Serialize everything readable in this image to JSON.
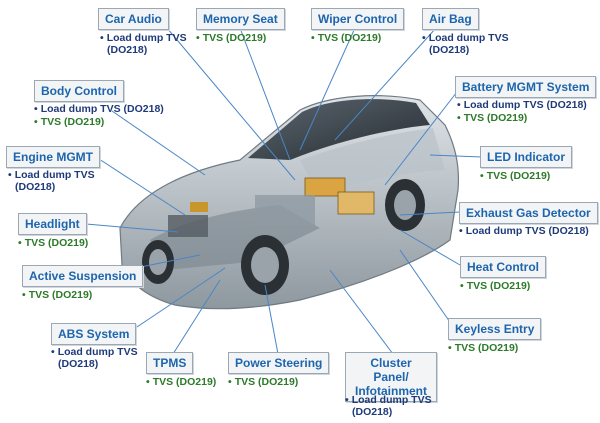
{
  "colors": {
    "label_text": "#1d65ad",
    "load_dump_text": "#1e3a78",
    "tvs_text": "#2d7a2a",
    "leader_line": "#4a86c5"
  },
  "labels": {
    "car_audio": {
      "title": "Car Audio",
      "notes": [
        {
          "text": "Load dump TVS",
          "kind": "blue"
        },
        {
          "text": "(DO218)",
          "kind": "blue"
        }
      ]
    },
    "memory_seat": {
      "title": "Memory Seat",
      "notes": [
        {
          "text": "TVS (DO219)",
          "kind": "green"
        }
      ]
    },
    "wiper_control": {
      "title": "Wiper Control",
      "notes": [
        {
          "text": "TVS (DO219)",
          "kind": "green"
        }
      ]
    },
    "air_bag": {
      "title": "Air Bag",
      "notes": [
        {
          "text": "Load dump TVS",
          "kind": "blue"
        },
        {
          "text": "(DO218)",
          "kind": "blue"
        }
      ]
    },
    "body_control": {
      "title": "Body Control",
      "notes": [
        {
          "text": "Load dump TVS (DO218)",
          "kind": "blue"
        },
        {
          "text": "TVS (DO219)",
          "kind": "green"
        }
      ]
    },
    "battery_mgmt": {
      "title": "Battery MGMT System",
      "notes": [
        {
          "text": "Load dump TVS (DO218)",
          "kind": "blue"
        },
        {
          "text": "TVS (DO219)",
          "kind": "green"
        }
      ]
    },
    "engine_mgmt": {
      "title": "Engine MGMT",
      "notes": [
        {
          "text": "Load dump TVS",
          "kind": "blue"
        },
        {
          "text": "(DO218)",
          "kind": "blue"
        }
      ]
    },
    "led_indicator": {
      "title": "LED Indicator",
      "notes": [
        {
          "text": "TVS (DO219)",
          "kind": "green"
        }
      ]
    },
    "headlight": {
      "title": "Headlight",
      "notes": [
        {
          "text": "TVS (DO219)",
          "kind": "green"
        }
      ]
    },
    "exhaust_gas": {
      "title": "Exhaust Gas Detector",
      "notes": [
        {
          "text": "Load dump TVS (DO218)",
          "kind": "blue"
        }
      ]
    },
    "active_suspension": {
      "title": "Active Suspension",
      "notes": [
        {
          "text": "TVS (DO219)",
          "kind": "green"
        }
      ]
    },
    "heat_control": {
      "title": "Heat Control",
      "notes": [
        {
          "text": "TVS (DO219)",
          "kind": "green"
        }
      ]
    },
    "abs_system": {
      "title": "ABS System",
      "notes": [
        {
          "text": "Load dump TVS",
          "kind": "blue"
        },
        {
          "text": "(DO218)",
          "kind": "blue"
        }
      ]
    },
    "keyless_entry": {
      "title": "Keyless Entry",
      "notes": [
        {
          "text": "TVS (DO219)",
          "kind": "green"
        }
      ]
    },
    "tpms": {
      "title": "TPMS",
      "notes": [
        {
          "text": "TVS (DO219)",
          "kind": "green"
        }
      ]
    },
    "power_steering": {
      "title": "Power Steering",
      "notes": [
        {
          "text": "TVS (DO219)",
          "kind": "green"
        }
      ]
    },
    "cluster_panel": {
      "title": "Cluster Panel/ Infotainment",
      "notes": [
        {
          "text": "Load dump TVS",
          "kind": "blue"
        },
        {
          "text": "(DO218)",
          "kind": "blue"
        }
      ]
    }
  }
}
